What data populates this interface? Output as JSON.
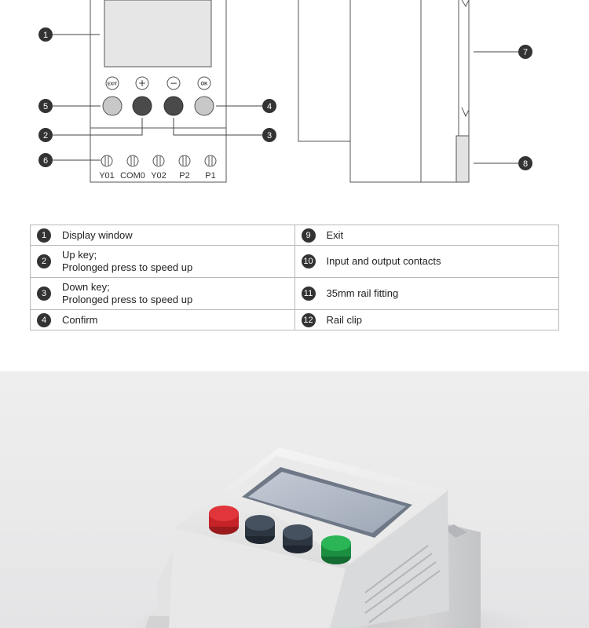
{
  "diagram": {
    "markers": [
      "1",
      "2",
      "3",
      "4",
      "5",
      "6",
      "7",
      "8"
    ],
    "button_icons": {
      "exit": "EXIT",
      "up": "+",
      "down": "−",
      "ok": "OK"
    },
    "terminals": [
      "Y01",
      "COM0",
      "Y02",
      "P2",
      "P1"
    ]
  },
  "legend": {
    "rows": [
      {
        "left": {
          "num": "1",
          "lines": [
            "Display window"
          ]
        },
        "right": {
          "num": "9",
          "lines": [
            "Exit"
          ]
        }
      },
      {
        "left": {
          "num": "2",
          "lines": [
            "Up key;",
            "Prolonged press to speed up"
          ]
        },
        "right": {
          "num": "10",
          "lines": [
            "Input and output contacts"
          ]
        }
      },
      {
        "left": {
          "num": "3",
          "lines": [
            "Down key;",
            "Prolonged press to speed up"
          ]
        },
        "right": {
          "num": "11",
          "lines": [
            "35mm rail fitting"
          ]
        }
      },
      {
        "left": {
          "num": "4",
          "lines": [
            "Confirm"
          ]
        },
        "right": {
          "num": "12",
          "lines": [
            "Rail clip"
          ]
        }
      }
    ]
  },
  "photo": {
    "button_colors": {
      "red": "#d8262b",
      "dark": "#35404d",
      "green": "#1fa24a"
    },
    "body_color": "#e6e6e6"
  }
}
